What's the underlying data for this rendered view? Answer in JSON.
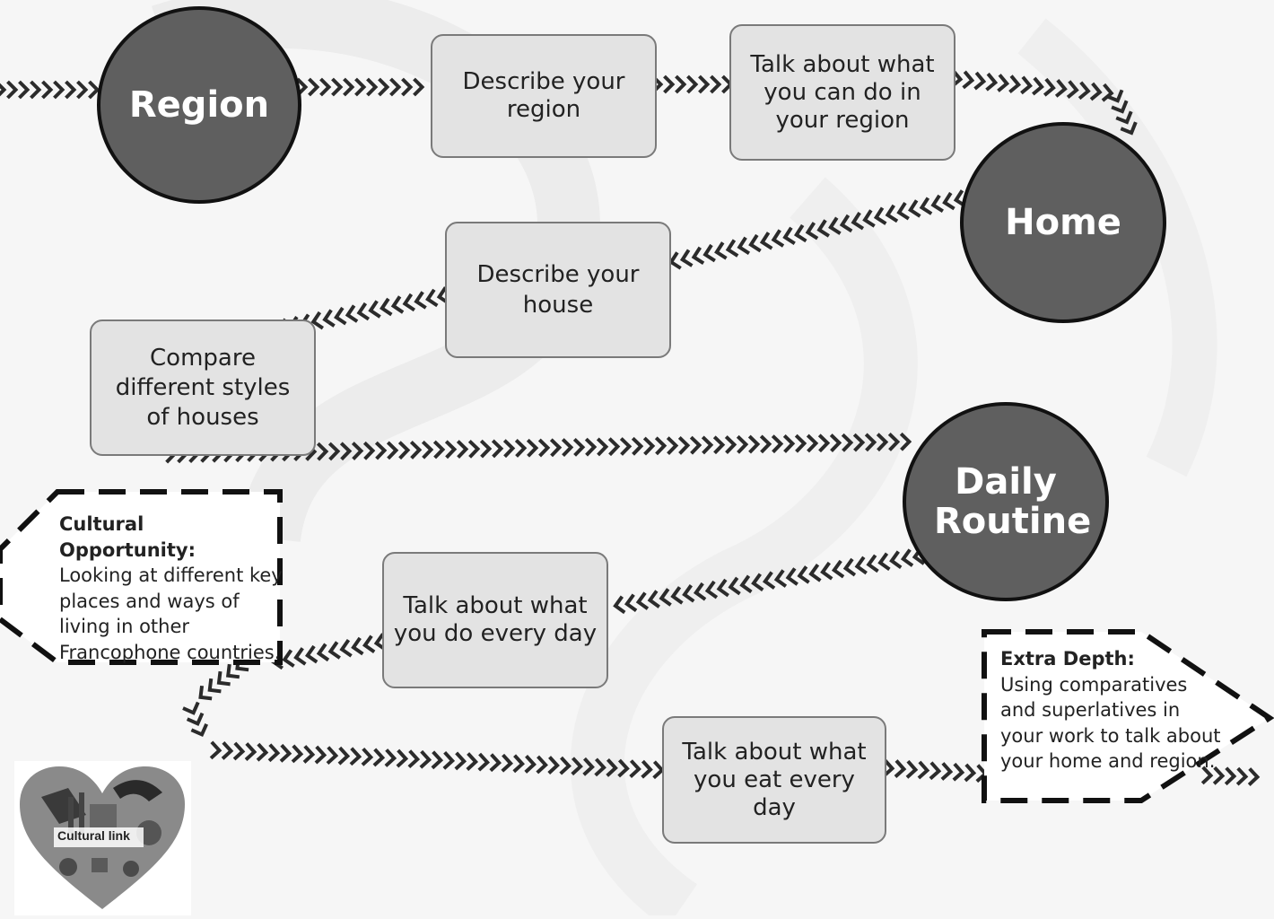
{
  "nodes": {
    "region": "Region",
    "home": "Home",
    "daily_routine": "Daily Routine"
  },
  "steps": {
    "describe_region": "Describe your region",
    "talk_region": "Talk about what you can do in your region",
    "describe_house": "Describe your house",
    "compare_houses": "Compare different styles of houses",
    "talk_every_day": "Talk about what you do every day",
    "talk_eat": "Talk about what you eat every day"
  },
  "callouts": {
    "cultural": {
      "heading": "Cultural Opportunity:",
      "body": "Looking at different key places and ways of living in other Francophone countries."
    },
    "extra": {
      "heading": "Extra Depth:",
      "body": "Using comparatives and superlatives in your work to talk about your home and region."
    }
  },
  "logo": {
    "label": "Cultural link"
  },
  "colors": {
    "circle_fill": "#5f5f5f",
    "box_fill": "#e3e3e3",
    "chevron": "#2b2b2b"
  }
}
